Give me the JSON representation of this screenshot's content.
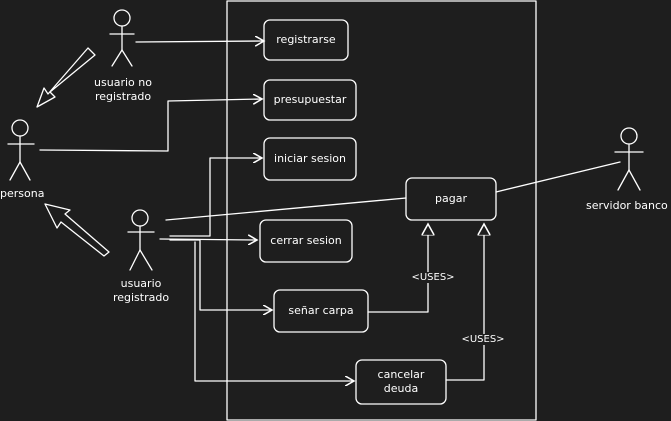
{
  "colors": {
    "background": "#1e1e1e",
    "stroke": "#ffffff",
    "text": "#ffffff"
  },
  "actors": {
    "usuario_no_registrado": "usuario no\nregistrado",
    "persona": "persona",
    "usuario_registrado": "usuario\nregistrado",
    "servidor_banco": "servidor banco"
  },
  "use_cases": {
    "registrarse": "registrarse",
    "presupuestar": "presupuestar",
    "iniciar_sesion": "iniciar sesion",
    "cerrar_sesion": "cerrar sesion",
    "pagar": "pagar",
    "senar_carpa": "señar carpa",
    "cancelar_deuda": "cancelar\ndeuda"
  },
  "relations": {
    "uses_1": "<USES>",
    "uses_2": "<USES>"
  }
}
